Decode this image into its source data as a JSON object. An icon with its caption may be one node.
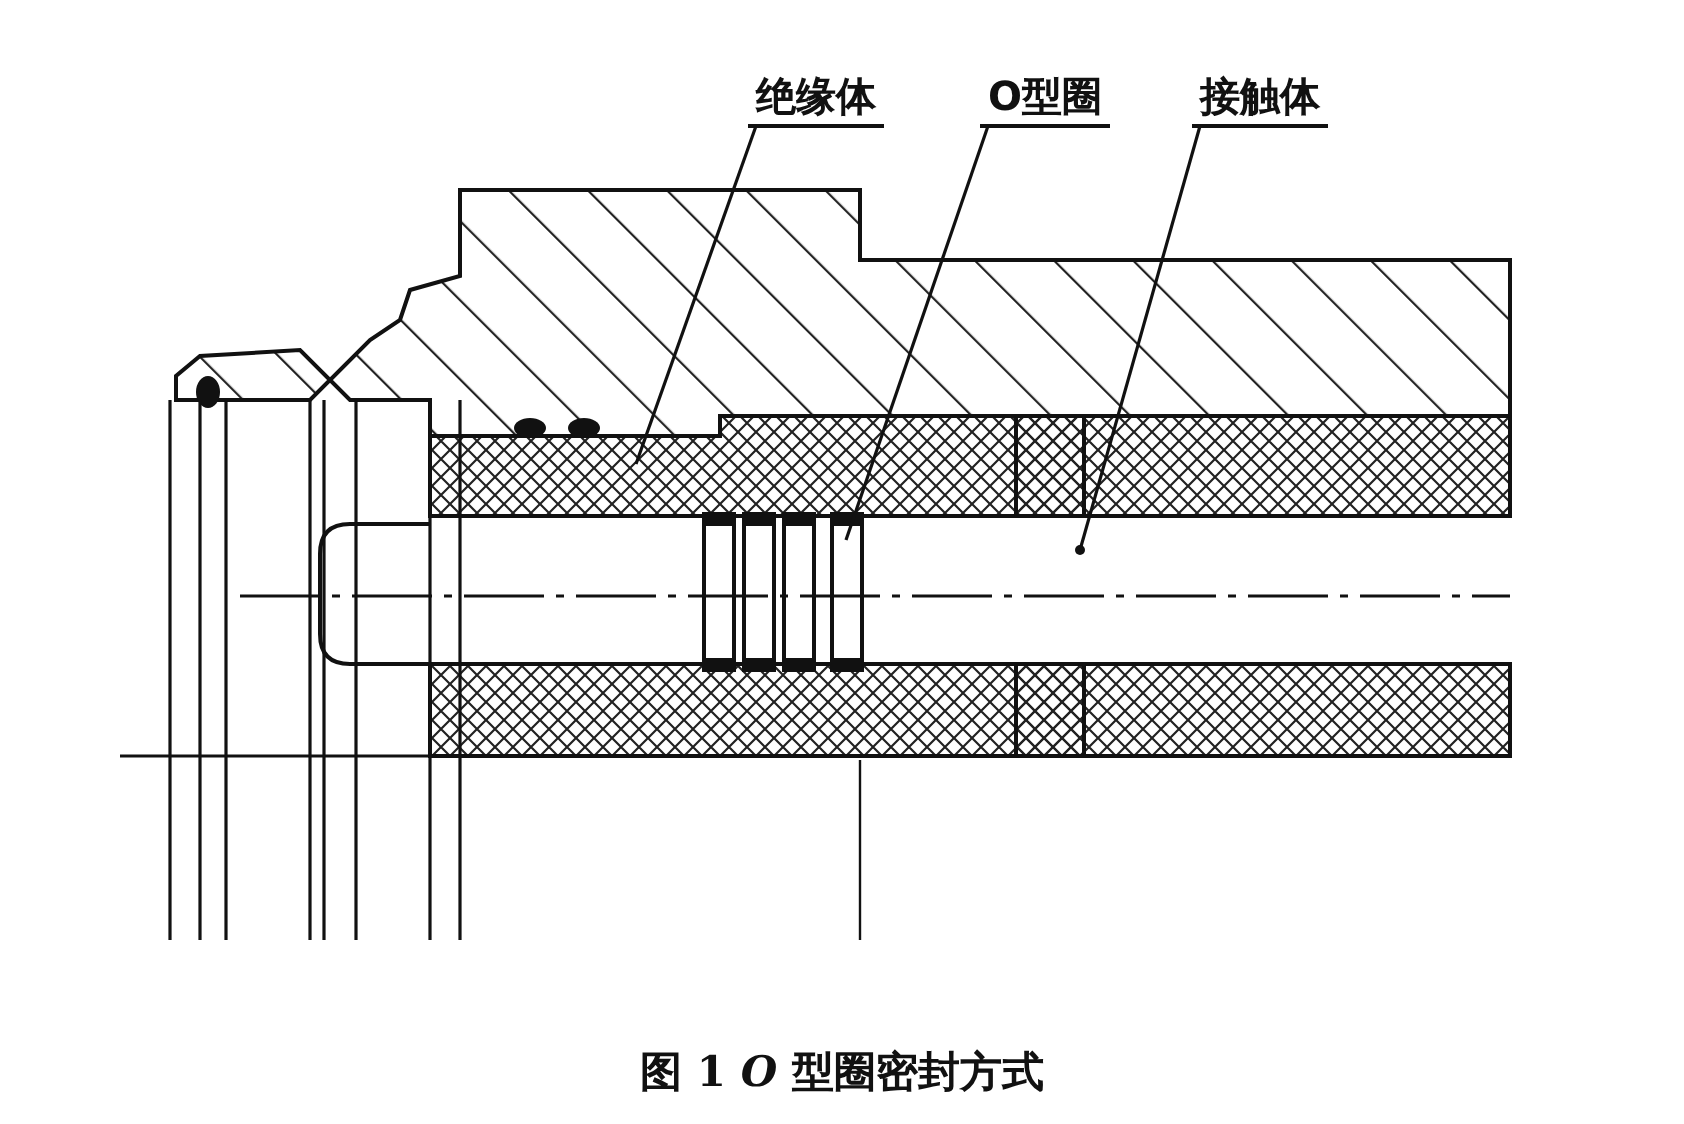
{
  "diagram": {
    "caption": "图 1 *O* 型圈密封方式",
    "nodes": [
      {
        "text": [
          "绝缘体"
        ]
      },
      {
        "text": [
          "O型圈"
        ]
      },
      {
        "text": [
          "接触体"
        ]
      }
    ],
    "edges": [
      {
        "from": 0,
        "to": null,
        "arrow": "none"
      },
      {
        "from": 1,
        "to": null,
        "arrow": "none"
      },
      {
        "from": 2,
        "to": null,
        "arrow": "other"
      }
    ]
  }
}
